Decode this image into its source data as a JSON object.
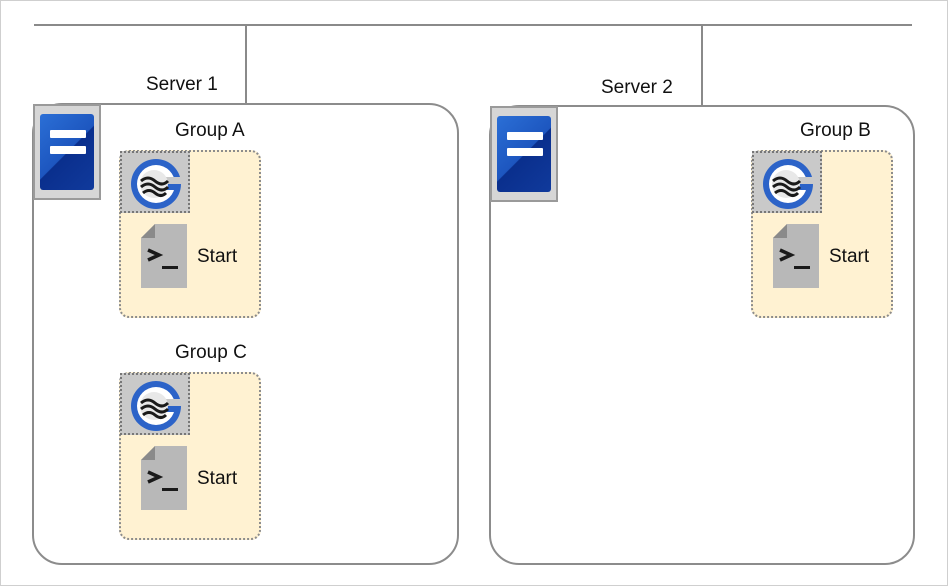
{
  "servers": [
    {
      "label": "Server 1"
    },
    {
      "label": "Server 2"
    }
  ],
  "groups": [
    {
      "label": "Group A",
      "resource_label": "Start",
      "app_icon": "app-icon-g",
      "script_icon": "script-icon"
    },
    {
      "label": "Group B",
      "resource_label": "Start",
      "app_icon": "app-icon-g",
      "script_icon": "script-icon"
    },
    {
      "label": "Group C",
      "resource_label": "Start",
      "app_icon": "app-icon-g",
      "script_icon": "script-icon"
    }
  ],
  "colors": {
    "server_icon": "#1d56bf",
    "group_fill": "#fff2d2",
    "app_ring": "#2c63c8"
  }
}
